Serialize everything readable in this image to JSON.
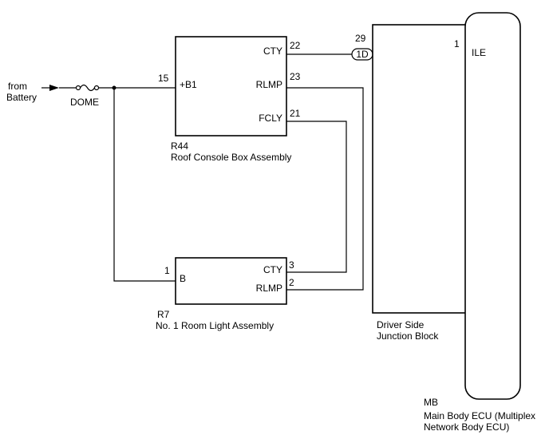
{
  "source": {
    "line1": "from",
    "line2": "Battery"
  },
  "fuse": {
    "label": "DOME"
  },
  "roof_console": {
    "code": "R44",
    "name": "Roof Console Box Assembly",
    "pins": [
      {
        "num": "15",
        "name": "+B1"
      },
      {
        "num": "22",
        "name": "CTY"
      },
      {
        "num": "23",
        "name": "RLMP"
      },
      {
        "num": "21",
        "name": "FCLY"
      }
    ]
  },
  "room_light": {
    "code": "R7",
    "name": "No. 1 Room Light Assembly",
    "pins": [
      {
        "num": "1",
        "name": "B"
      },
      {
        "num": "3",
        "name": "CTY"
      },
      {
        "num": "2",
        "name": "RLMP"
      }
    ]
  },
  "junction_block": {
    "line1": "Driver Side",
    "line2": "Junction Block",
    "connector": {
      "pin": "29",
      "code": "1D"
    }
  },
  "main_body_ecu": {
    "code": "MB",
    "line1": "Main Body ECU (Multiplex",
    "line2": "Network Body ECU)",
    "pin": {
      "num": "1",
      "name": "ILE"
    }
  }
}
